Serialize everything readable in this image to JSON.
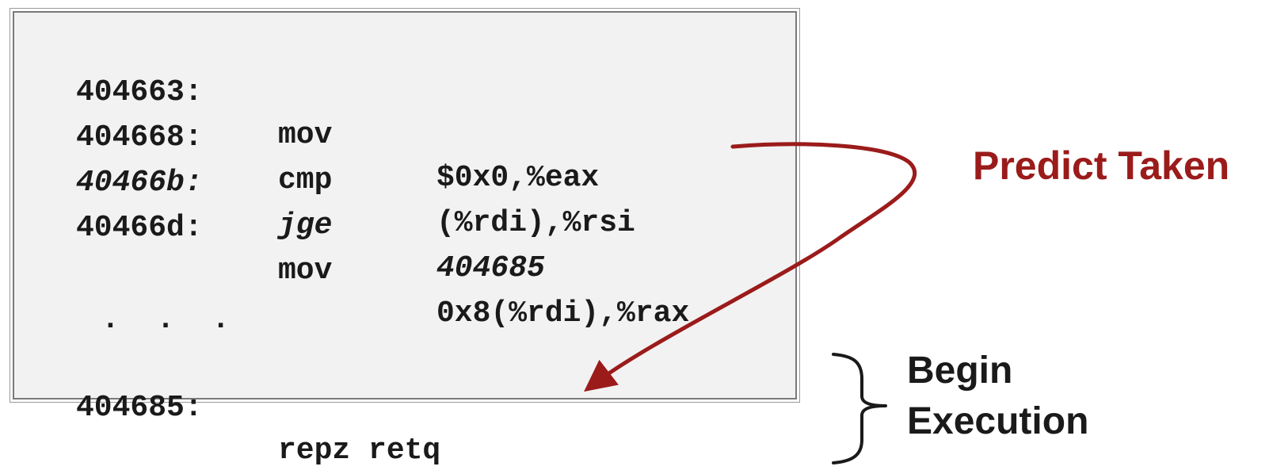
{
  "code": {
    "lines": [
      {
        "addr": "404663:",
        "op": "mov",
        "arg": "$0x0,%eax",
        "italic": false
      },
      {
        "addr": "404668:",
        "op": "cmp",
        "arg": "(%rdi),%rsi",
        "italic": false
      },
      {
        "addr": "40466b:",
        "op": "jge",
        "arg": "404685",
        "italic": true
      },
      {
        "addr": "40466d:",
        "op": "mov",
        "arg": "0x8(%rdi),%rax",
        "italic": false
      }
    ],
    "ellipsis": ". . .",
    "target": {
      "addr": "404685:",
      "op": "repz retq",
      "arg": ""
    }
  },
  "annotations": {
    "predict": "Predict Taken",
    "begin_line1": "Begin",
    "begin_line2": "Execution"
  },
  "colors": {
    "arrow": "#9b1b1b",
    "code_bg": "#f2f2f2",
    "text": "#1a1a1a"
  },
  "icons": {
    "arrow": "curved-arrow-icon",
    "brace": "right-brace-icon"
  }
}
